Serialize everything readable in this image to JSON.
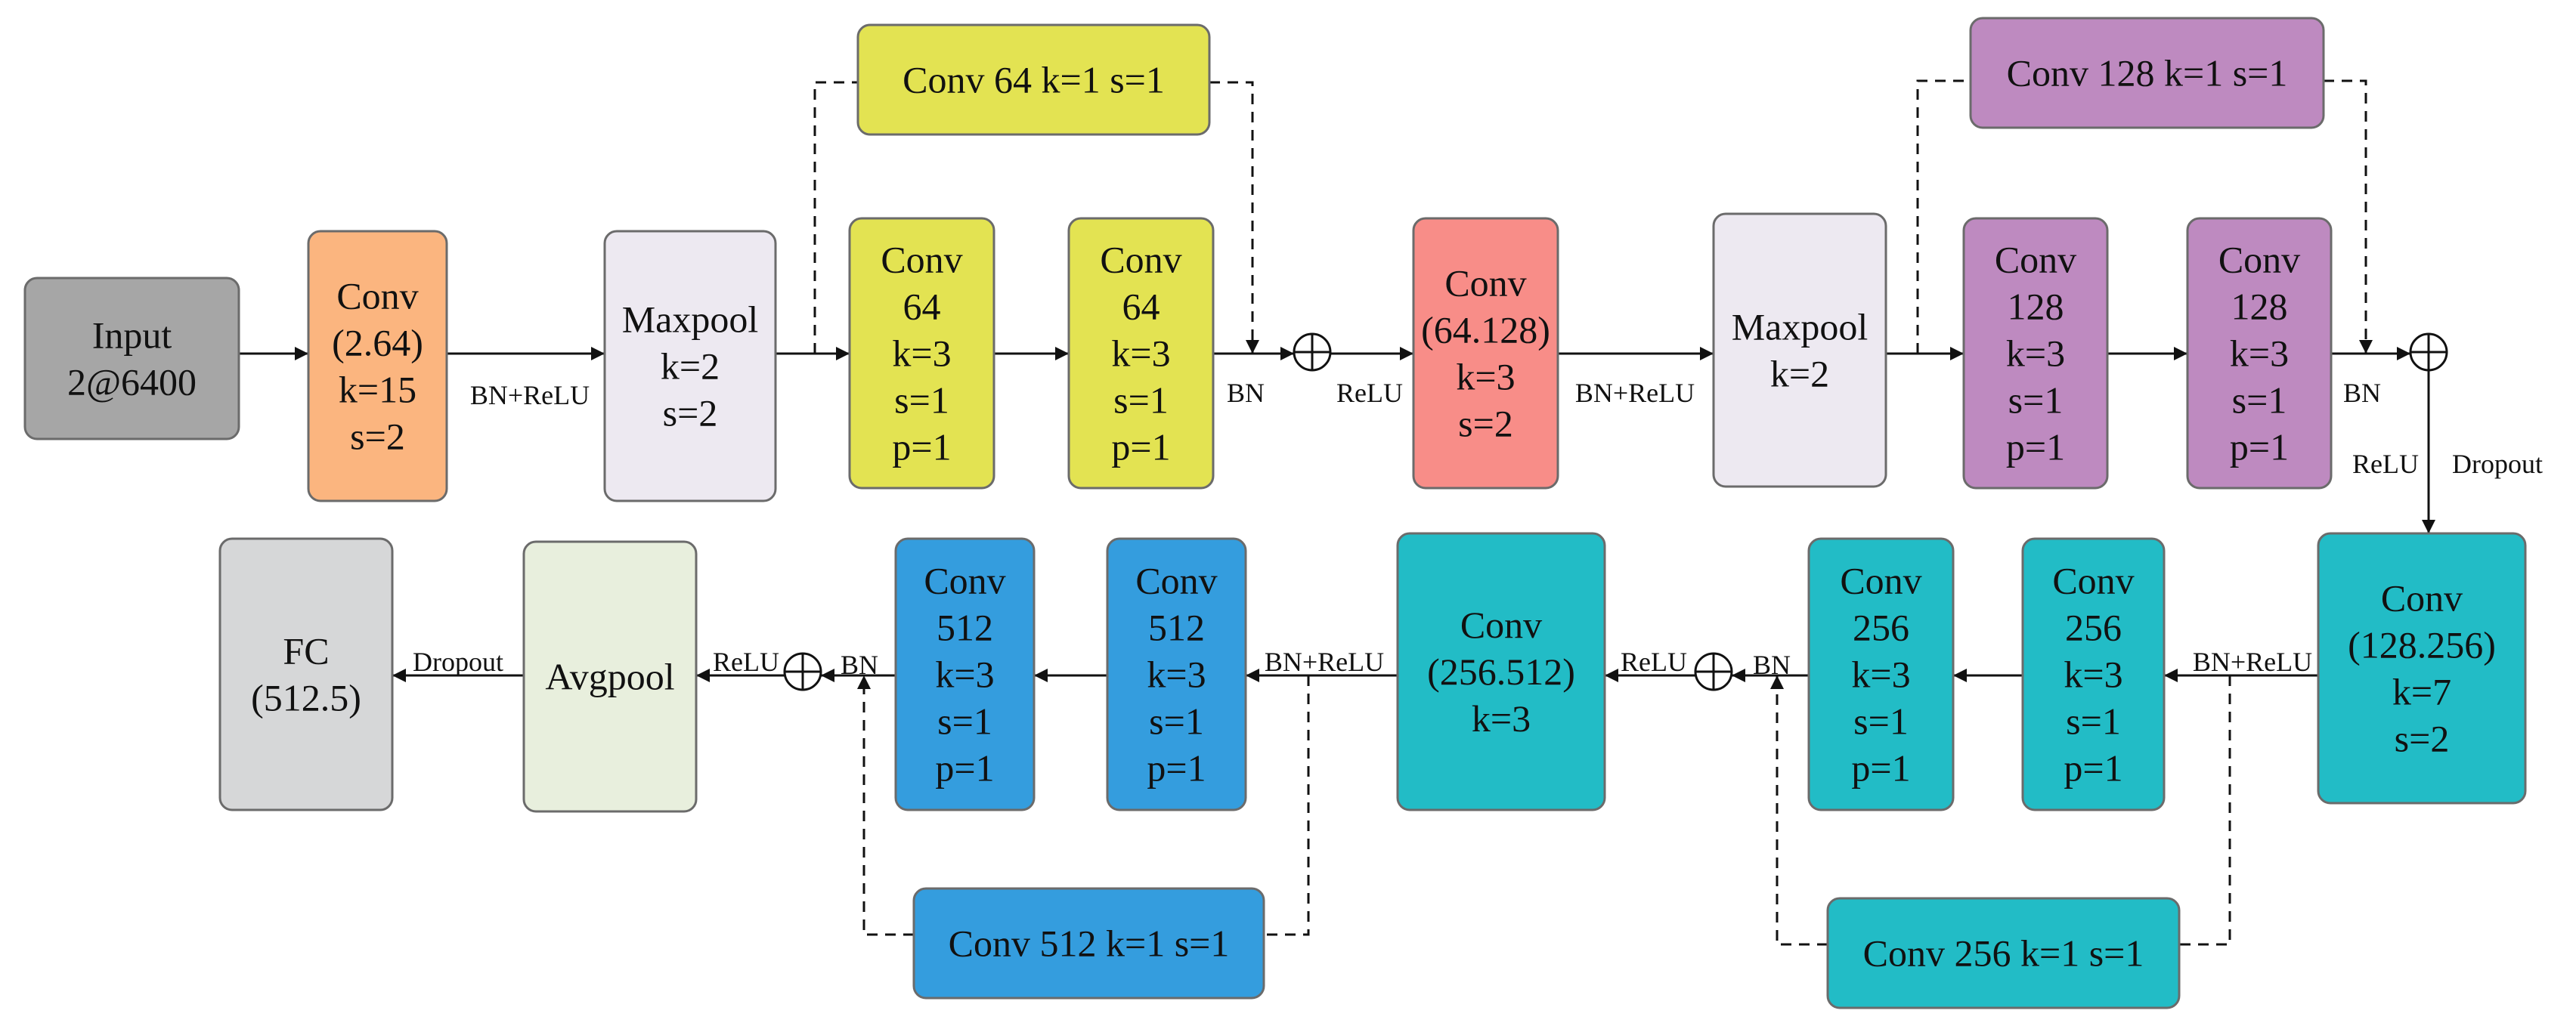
{
  "colors": {
    "input": "#a6a6a6",
    "conv1": "#fbb57f",
    "maxpool": "#ede9f1",
    "yellow": "#e3e352",
    "red": "#f88d88",
    "purple": "#be8ac0",
    "teal": "#22bcc6",
    "blue": "#349dde",
    "avgpool": "#e8efdd",
    "fc": "#d6d7d8",
    "line": "#111111"
  },
  "nodes": [
    {
      "id": "input",
      "lines": [
        "Input",
        "2@6400"
      ],
      "color": "input"
    },
    {
      "id": "conv1",
      "lines": [
        "Conv",
        "(2.64)",
        "k=15",
        "s=2"
      ],
      "color": "conv1"
    },
    {
      "id": "maxpool1",
      "lines": [
        "Maxpool",
        "k=2",
        "s=2"
      ],
      "color": "maxpool"
    },
    {
      "id": "conv64a",
      "lines": [
        "Conv",
        "64",
        "k=3",
        "s=1",
        "p=1"
      ],
      "color": "yellow"
    },
    {
      "id": "conv64b",
      "lines": [
        "Conv",
        "64",
        "k=3",
        "s=1",
        "p=1"
      ],
      "color": "yellow"
    },
    {
      "id": "conv64sc",
      "lines": [
        "Conv 64 k=1 s=1"
      ],
      "color": "yellow"
    },
    {
      "id": "conv64128",
      "lines": [
        "Conv",
        "(64.128)",
        "k=3",
        "s=2"
      ],
      "color": "red"
    },
    {
      "id": "maxpool2",
      "lines": [
        "Maxpool",
        "k=2"
      ],
      "color": "maxpool"
    },
    {
      "id": "conv128a",
      "lines": [
        "Conv",
        "128",
        "k=3",
        "s=1",
        "p=1"
      ],
      "color": "purple"
    },
    {
      "id": "conv128b",
      "lines": [
        "Conv",
        "128",
        "k=3",
        "s=1",
        "p=1"
      ],
      "color": "purple"
    },
    {
      "id": "conv128sc",
      "lines": [
        "Conv 128 k=1 s=1"
      ],
      "color": "purple"
    },
    {
      "id": "conv128256",
      "lines": [
        "Conv",
        "(128.256)",
        "k=7",
        "s=2"
      ],
      "color": "teal"
    },
    {
      "id": "conv256b",
      "lines": [
        "Conv",
        "256",
        "k=3",
        "s=1",
        "p=1"
      ],
      "color": "teal"
    },
    {
      "id": "conv256a",
      "lines": [
        "Conv",
        "256",
        "k=3",
        "s=1",
        "p=1"
      ],
      "color": "teal"
    },
    {
      "id": "conv256sc",
      "lines": [
        "Conv 256 k=1 s=1"
      ],
      "color": "teal"
    },
    {
      "id": "conv256512",
      "lines": [
        "Conv",
        "(256.512)",
        "k=3"
      ],
      "color": "teal"
    },
    {
      "id": "conv512b",
      "lines": [
        "Conv",
        "512",
        "k=3",
        "s=1",
        "p=1"
      ],
      "color": "blue"
    },
    {
      "id": "conv512a",
      "lines": [
        "Conv",
        "512",
        "k=3",
        "s=1",
        "p=1"
      ],
      "color": "blue"
    },
    {
      "id": "conv512sc",
      "lines": [
        "Conv 512 k=1 s=1"
      ],
      "color": "blue"
    },
    {
      "id": "avgpool",
      "lines": [
        "Avgpool"
      ],
      "color": "avgpool"
    },
    {
      "id": "fc",
      "lines": [
        "FC",
        "(512.5)"
      ],
      "color": "fc"
    }
  ],
  "labels": [
    {
      "id": "bnrelu1",
      "text": "BN+ReLU"
    },
    {
      "id": "bn1",
      "text": "BN"
    },
    {
      "id": "relu1",
      "text": "ReLU"
    },
    {
      "id": "bnrelu2",
      "text": "BN+ReLU"
    },
    {
      "id": "bn2",
      "text": "BN"
    },
    {
      "id": "relu2",
      "text": "ReLU"
    },
    {
      "id": "dropout1",
      "text": "Dropout"
    },
    {
      "id": "bnrelu3",
      "text": "BN+ReLU"
    },
    {
      "id": "bn3",
      "text": "BN"
    },
    {
      "id": "relu3",
      "text": "ReLU"
    },
    {
      "id": "bnrelu4",
      "text": "BN+ReLU"
    },
    {
      "id": "bn4",
      "text": "BN"
    },
    {
      "id": "relu4",
      "text": "ReLU"
    },
    {
      "id": "dropout2",
      "text": "Dropout"
    }
  ]
}
